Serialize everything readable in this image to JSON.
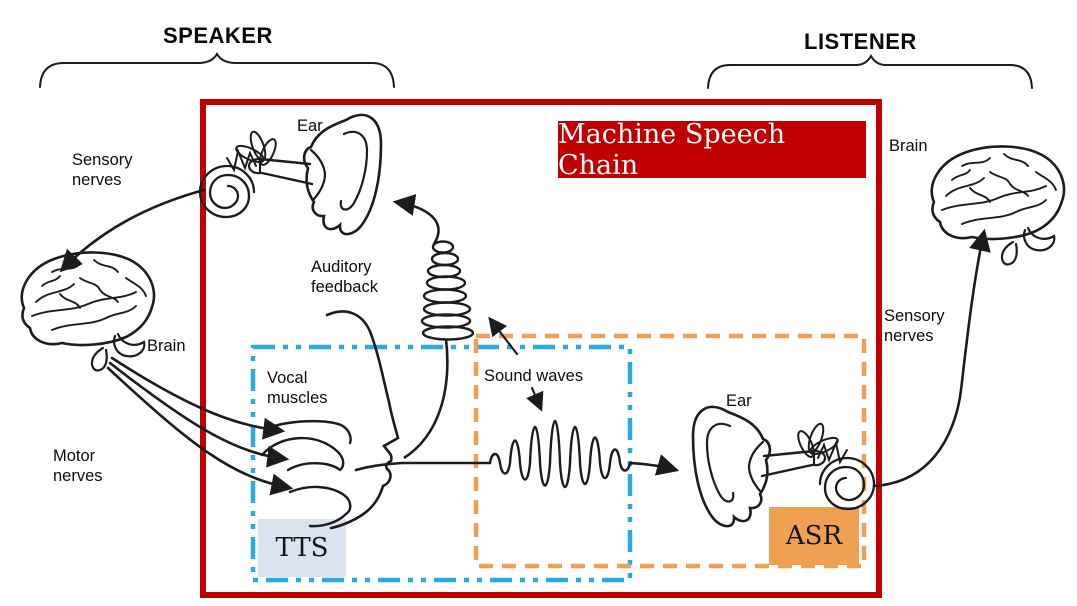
{
  "diagram": {
    "title": "Machine Speech Chain",
    "speaker_group": "SPEAKER",
    "listener_group": "LISTENER",
    "modules": {
      "tts": "TTS",
      "asr": "ASR"
    },
    "labels": {
      "ear_speaker": "Ear",
      "sensory_nerves_speaker": "Sensory nerves",
      "brain_speaker": "Brain",
      "auditory_feedback": "Auditory feedback",
      "motor_nerves": "Motor nerves",
      "vocal_muscles": "Vocal muscles",
      "sound_waves": "Sound waves",
      "ear_listener": "Ear",
      "brain_listener": "Brain",
      "sensory_nerves_listener": "Sensory nerves"
    },
    "colors": {
      "machine_chain_border": "#c00000",
      "title_background": "#c00000",
      "title_text": "#ffffff",
      "tts_region_border": "#29abe2",
      "tts_module_background": "#dbe3f0",
      "asr_region_border": "#f0a053",
      "asr_module_background": "#f0a053",
      "sketch_line": "#1c1c1c"
    }
  }
}
